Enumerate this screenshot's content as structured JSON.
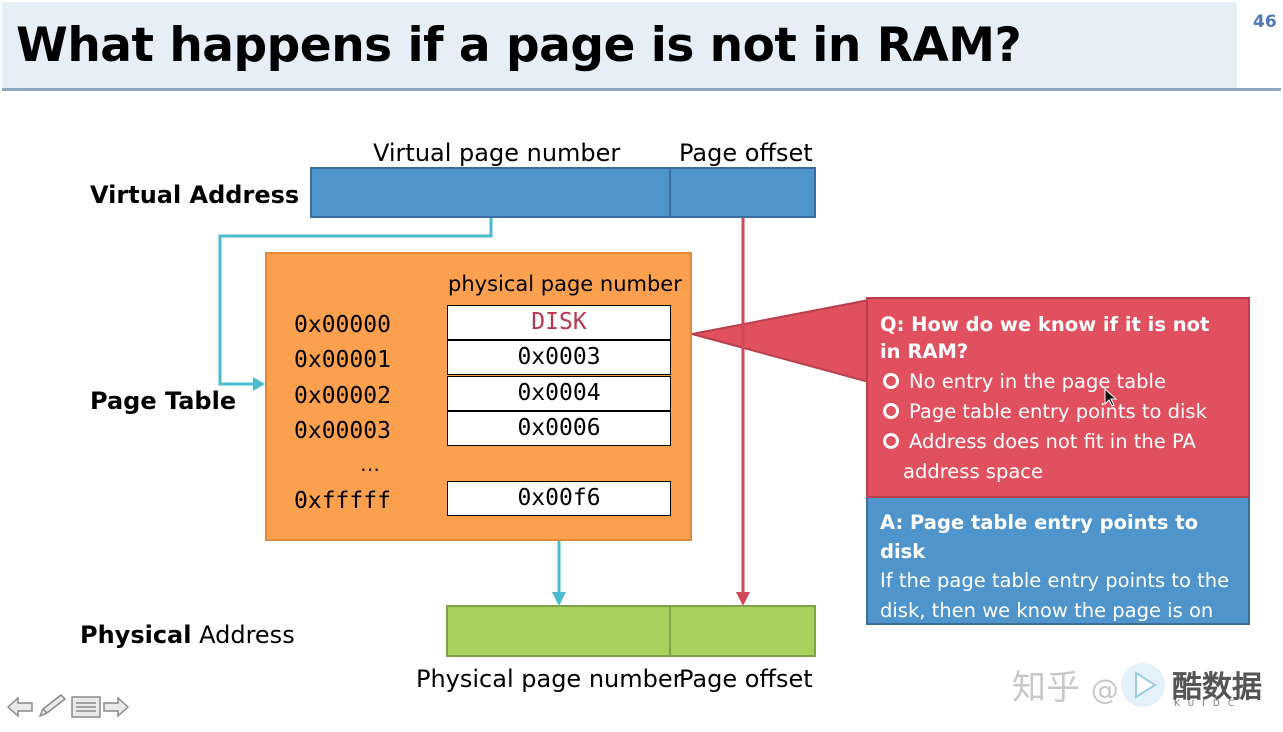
{
  "slide": {
    "title": "What happens if a page is not in RAM?",
    "number": "46"
  },
  "virtual_address": {
    "label": "Virtual Address",
    "vpn_label": "Virtual page number",
    "offset_label": "Page offset"
  },
  "page_table": {
    "label": "Page Table",
    "column_header": "physical page number",
    "rows": [
      {
        "index": "0x00000",
        "value": "DISK"
      },
      {
        "index": "0x00001",
        "value": "0x0003"
      },
      {
        "index": "0x00002",
        "value": "0x0004"
      },
      {
        "index": "0x00003",
        "value": "0x0006"
      }
    ],
    "ellipsis": "…",
    "last_row": {
      "index": "0xfffff",
      "value": "0x00f6"
    }
  },
  "physical_address": {
    "label_bold": "Physical",
    "label_rest": " Address",
    "ppn_label": "Physical page number",
    "offset_label": "Page offset"
  },
  "callout": {
    "question": "Q: How do we know if it is not in RAM?",
    "options": [
      "No entry in the page table",
      "Page table entry points to disk",
      "Address does not fit in the PA"
    ],
    "option_continuation": "address space",
    "answer_head": "A: Page table entry points to disk",
    "answer_body": "If the page table entry points to the disk, then we know the page is on the disk."
  },
  "watermark": {
    "zhihu": "知乎",
    "at": "@",
    "brand": "酷数据",
    "brand_sub": "KUIDC"
  },
  "colors": {
    "vpn_blue": "#4f95cb",
    "table_orange": "#fba04e",
    "pa_green": "#a8d05c",
    "question_red": "#e1505f",
    "arrow_cyan": "#4bbccd",
    "arrow_red": "#d14a5a",
    "disk_text": "#b5384c"
  }
}
